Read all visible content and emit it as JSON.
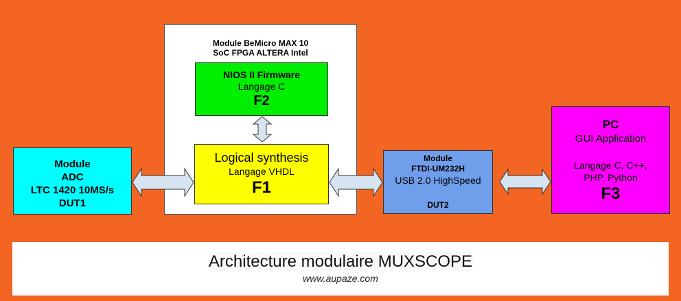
{
  "diagram": {
    "fpga_module": {
      "title_line1": "Module BeMicro MAX 10",
      "title_line2": "SoC FPGA ALTERA Intel"
    },
    "f2": {
      "title": "NIOS II Firmware",
      "subtitle": "Langage C",
      "code": "F2",
      "color": "#00ee00"
    },
    "f1": {
      "title": "Logical synthesis",
      "subtitle": "Langage VHDL",
      "code": "F1",
      "color": "#ffff00"
    },
    "adc": {
      "line1": "Module",
      "line2": "ADC",
      "line3": "LTC 1420 10MS/s",
      "line4": "DUT1",
      "color": "#00ffff"
    },
    "ftdi": {
      "line1": "Module",
      "line2": "FTDI-UM232H",
      "line3": "USB 2.0 HighSpeed",
      "line4": "DUT2",
      "color": "#6f9eea"
    },
    "pc": {
      "title": "PC",
      "subtitle": "GUI Application",
      "lang1": "Langage C, C++,",
      "lang2": "PHP, Python",
      "code": "F3",
      "color": "#ff00ff"
    },
    "background_color": "#f26522",
    "arrow_color": "#d6e4f2"
  },
  "footer": {
    "title": "Architecture modulaire MUXSCOPE",
    "url": "www.aupaze.com"
  }
}
